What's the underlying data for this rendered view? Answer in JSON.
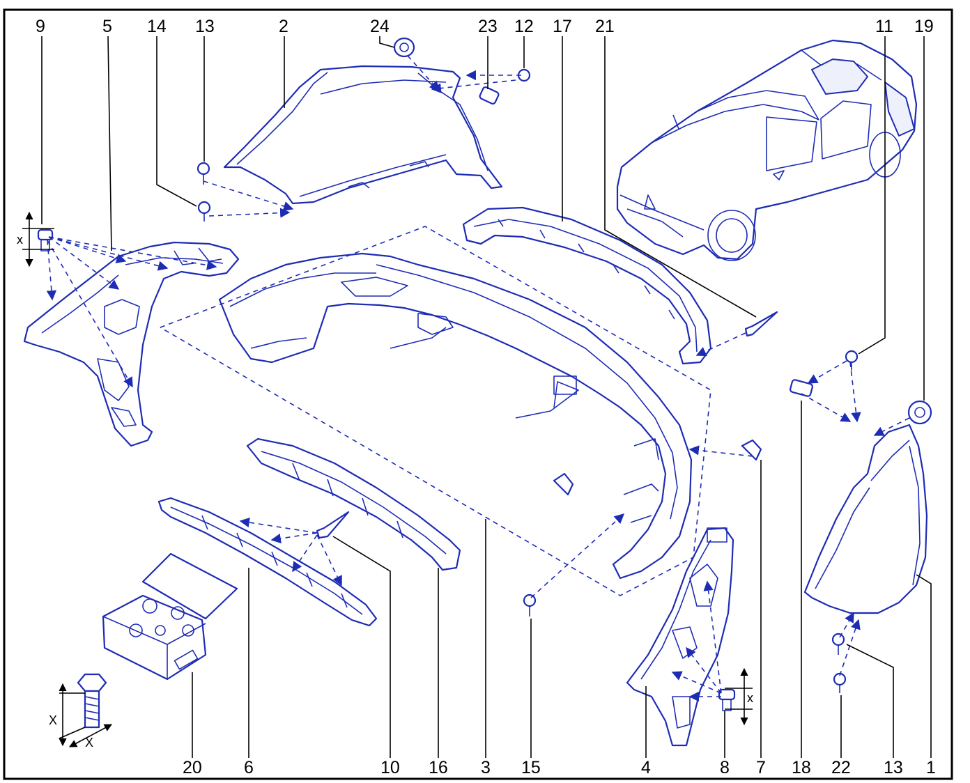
{
  "callouts_top": [
    "9",
    "5",
    "14",
    "13",
    "2",
    "24",
    "23",
    "12",
    "17",
    "21",
    "11",
    "19"
  ],
  "callouts_bottom": [
    "20",
    "6",
    "10",
    "16",
    "3",
    "15",
    "4",
    "8",
    "7",
    "18",
    "22",
    "13",
    "1"
  ],
  "dimension_marks": {
    "clip_left": "x",
    "clip_right": "x",
    "bolt_height": "X",
    "bolt_width": "X"
  },
  "colors": {
    "line_art": "#1e2cb4",
    "fill": "#eef0fb",
    "text": "#000000",
    "border": "#000000"
  }
}
